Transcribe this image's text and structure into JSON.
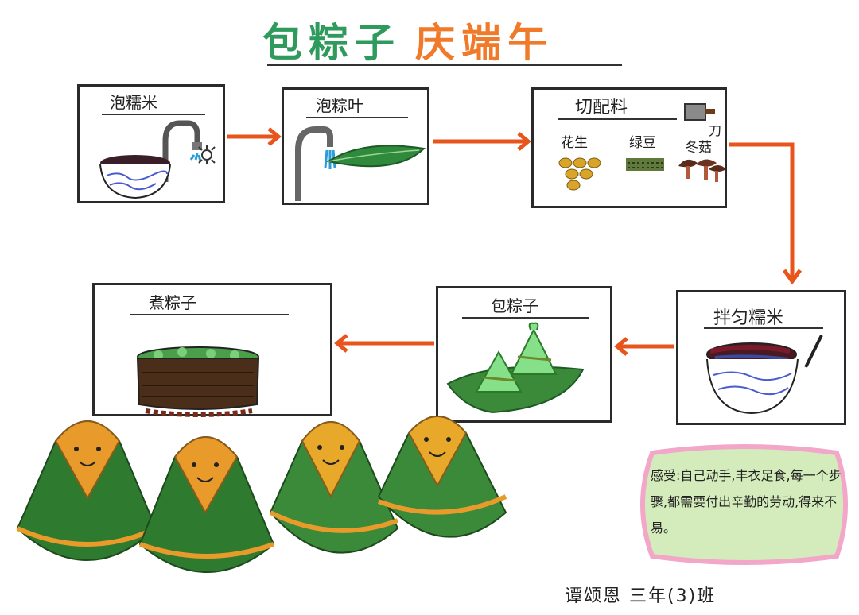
{
  "title": {
    "part1": "包粽子",
    "part2": "庆端午"
  },
  "steps": [
    {
      "label": "泡糯米"
    },
    {
      "label": "泡粽叶"
    },
    {
      "label": "切配料",
      "items": [
        "花生",
        "绿豆",
        "冬菇"
      ],
      "tool": "刀"
    },
    {
      "label": "拌匀糯米"
    },
    {
      "label": "包粽子"
    },
    {
      "label": "煮粽子"
    }
  ],
  "feeling": {
    "key": "感受:",
    "text": "自己动手,丰衣足食,每一个步骤,都需要付出辛勤的劳动,得来不易。"
  },
  "signature": "谭颂恩 三年(3)班",
  "colors": {
    "title_green": "#2e9a5c",
    "title_orange": "#f07a2a",
    "arrow": "#e8551c",
    "feel_bg": "#d4ecbb",
    "feel_border": "#f2a7c8"
  }
}
